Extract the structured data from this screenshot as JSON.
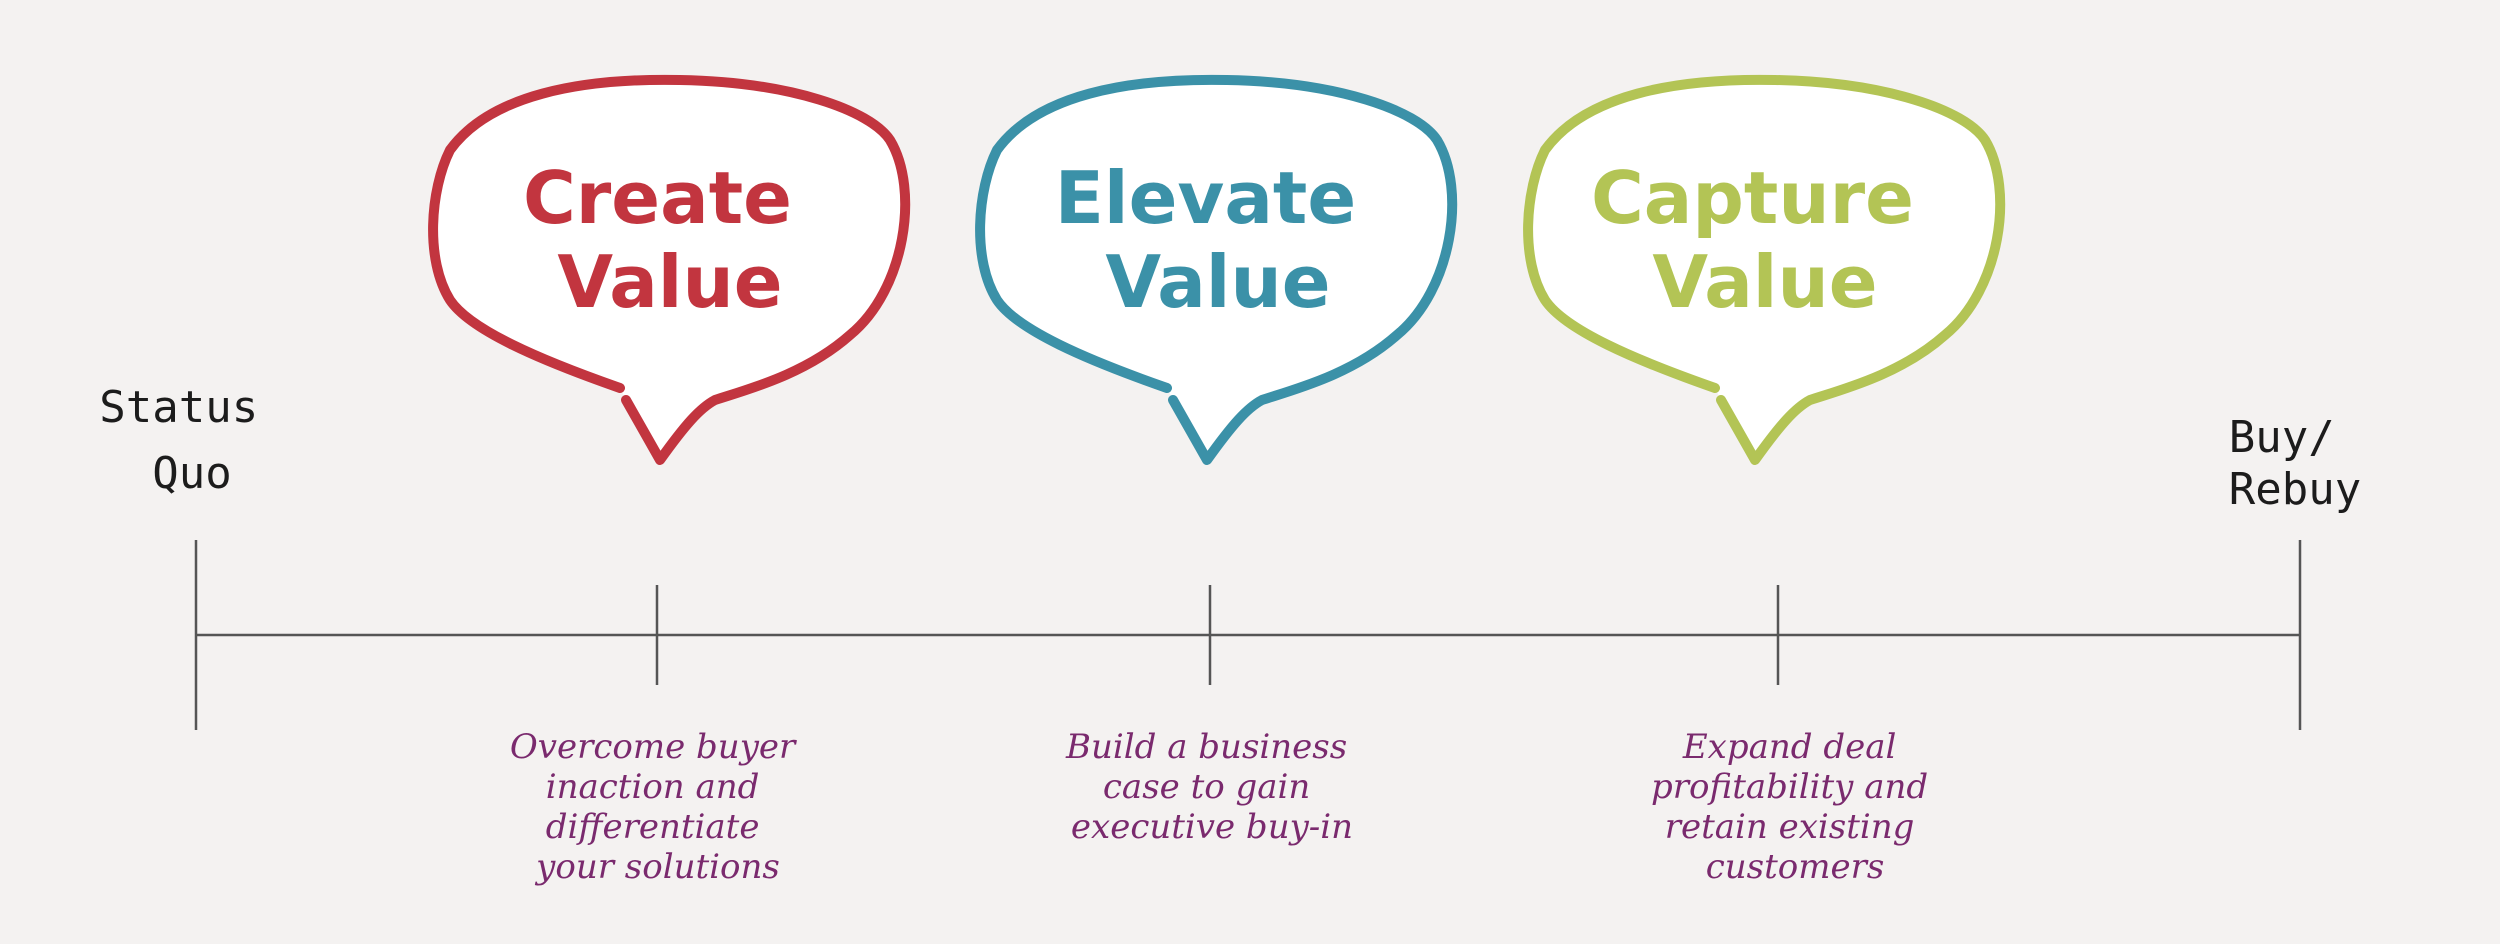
{
  "start_label": [
    "Status",
    "Quo"
  ],
  "end_label": [
    "Buy/",
    "Rebuy"
  ],
  "stages": [
    {
      "title": [
        "Create",
        "Value"
      ],
      "color": "#c2353f",
      "description": [
        "Overcome buyer",
        "inaction and",
        "differentiate",
        "your solutions"
      ]
    },
    {
      "title": [
        "Elevate",
        "Value"
      ],
      "color": "#3b91a8",
      "description": [
        "Build a business",
        "case to gain",
        "executive buy-in"
      ]
    },
    {
      "title": [
        "Capture",
        "Value"
      ],
      "color": "#b3c455",
      "description": [
        "Expand deal",
        "profitability and",
        "retain existing",
        "customers"
      ]
    }
  ],
  "colors": {
    "description_text": "#7a2a6e",
    "timeline": "#555555",
    "end_labels": "#1c1c1c"
  }
}
